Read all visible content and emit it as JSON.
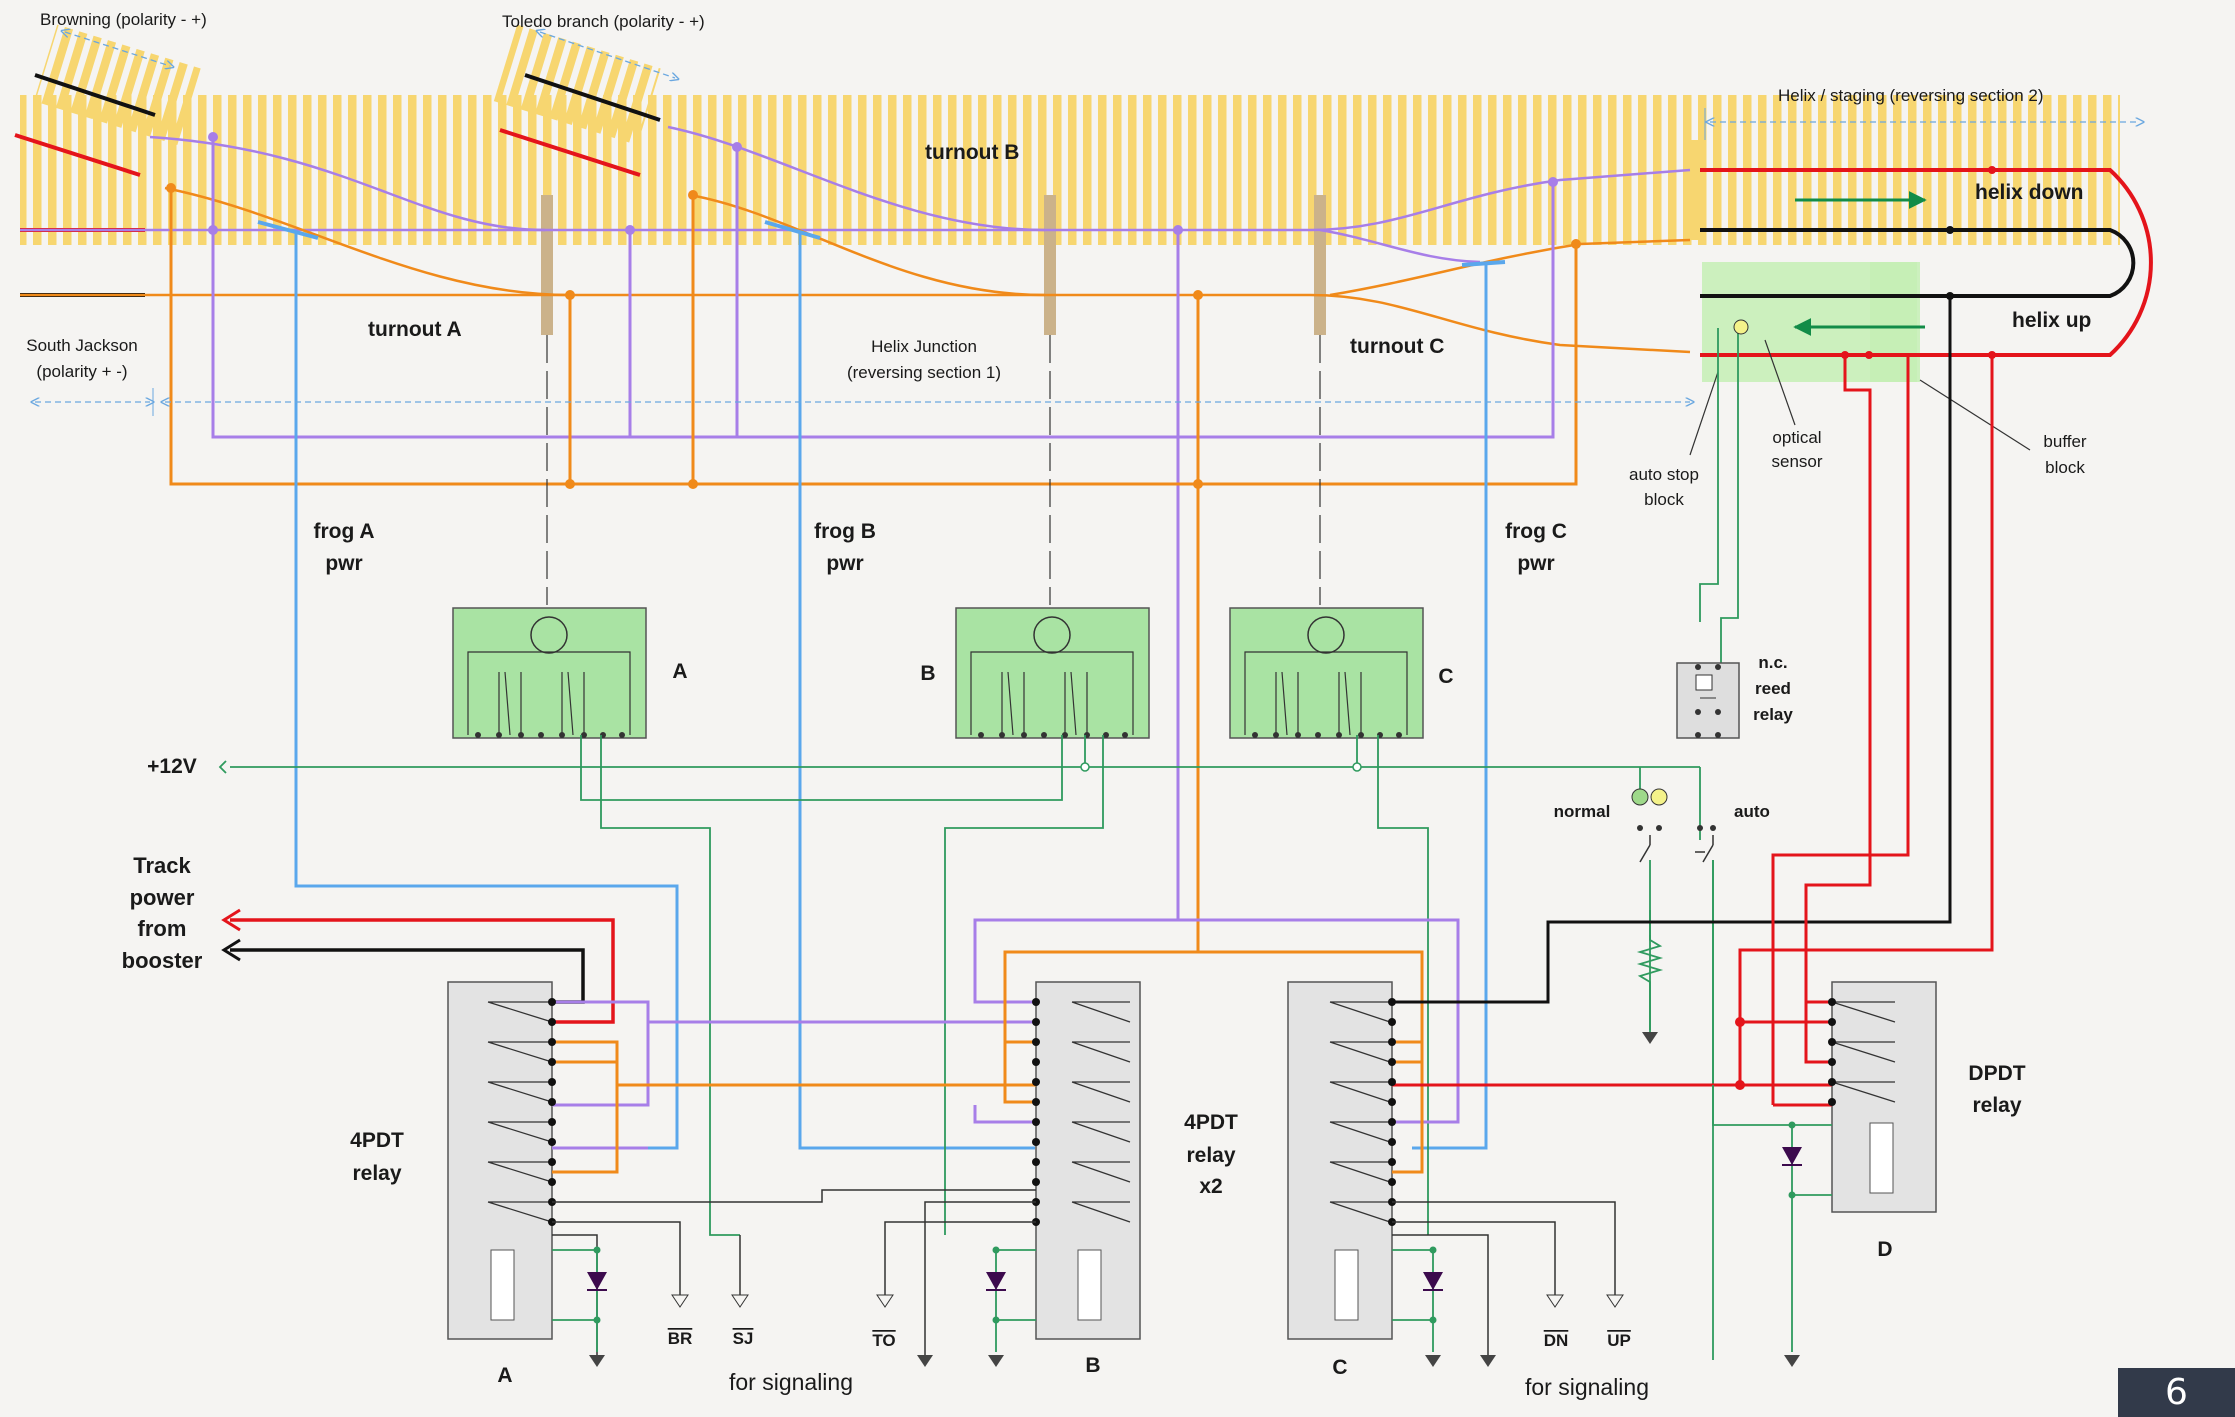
{
  "labels": {
    "browning": "Browning  (polarity - +)",
    "toledo": "Toledo branch  (polarity - +)",
    "helix_staging": "Helix / staging (reversing section 2)",
    "turnout_b": "turnout B",
    "helix_down": "helix down",
    "helix_up": "helix up",
    "south_jackson_1": "South Jackson",
    "south_jackson_2": "(polarity + -)",
    "turnout_a": "turnout A",
    "helix_junction_1": "Helix Junction",
    "helix_junction_2": "(reversing section 1)",
    "turnout_c": "turnout C",
    "optical_1": "optical",
    "optical_2": "sensor",
    "buffer_1": "buffer",
    "buffer_2": "block",
    "autostop_1": "auto stop",
    "autostop_2": "block",
    "frog_a_1": "frog A",
    "frog_a_2": "pwr",
    "frog_b_1": "frog B",
    "frog_b_2": "pwr",
    "frog_c_1": "frog C",
    "frog_c_2": "pwr",
    "machine_a": "A",
    "machine_b": "B",
    "machine_c": "C",
    "nc_1": "n.c.",
    "nc_2": "reed",
    "nc_3": "relay",
    "plus12v": "+12V",
    "normal": "normal",
    "auto": "auto",
    "track_1": "Track",
    "track_2": "power",
    "track_3": "from",
    "track_4": "booster",
    "relay4_1": "4PDT",
    "relay4_2": "relay",
    "relay4x2_1": "4PDT",
    "relay4x2_2": "relay",
    "relay4x2_3": "x2",
    "dpdt_1": "DPDT",
    "dpdt_2": "relay",
    "relay_a": "A",
    "relay_b": "B",
    "relay_c": "C",
    "relay_d": "D",
    "sig_br": "BR",
    "sig_sj": "SJ",
    "sig_to": "TO",
    "sig_dn": "DN",
    "sig_up": "UP",
    "for_signaling_1": "for signaling",
    "for_signaling_2": "for signaling"
  },
  "page_number": "6",
  "colors": {
    "background": "#f5f4f2",
    "ties": "#f7d670",
    "purple_bus": "#a77ee8",
    "orange_bus": "#f08a1a",
    "frog_wire": "#5aa7ec",
    "red_rail": "#e4141b",
    "black_rail": "#111111",
    "control_green": "#2f9a5e",
    "machine_fill": "#a9e3a3",
    "relay_fill": "#e3e3e3",
    "highlight_green": "#c4efb5",
    "page_badge": "#323a4a"
  },
  "icons": [
    "turnout-machine-icon",
    "relay-coil-icon",
    "diode-icon",
    "ground-icon",
    "resistor-icon",
    "led-icon",
    "switch-icon",
    "arrow-icon"
  ]
}
